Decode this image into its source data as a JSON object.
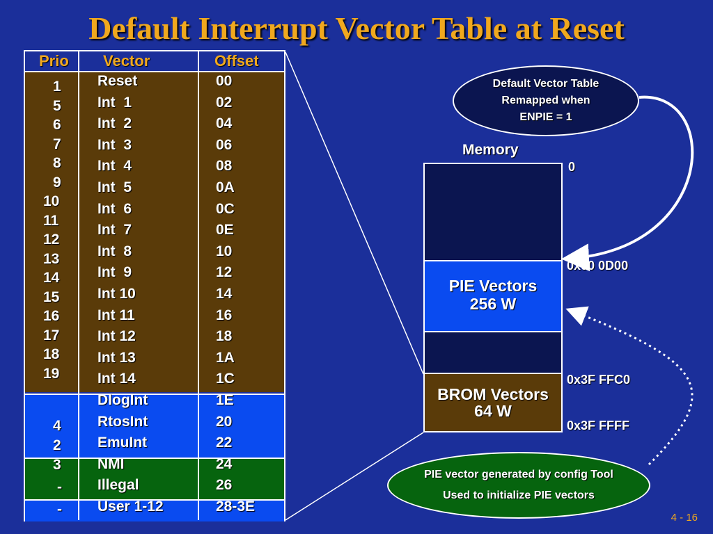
{
  "title": "Default Interrupt Vector Table at Reset",
  "table": {
    "headers": {
      "prio": "Prio",
      "vector": "Vector",
      "offset": "Offset"
    },
    "prio_values": [
      "1",
      "5",
      "6",
      "7",
      "8",
      "9",
      "10",
      "11",
      "12",
      "13",
      "14",
      "15",
      "16",
      "17",
      "18",
      "19"
    ],
    "vectors": [
      "Reset",
      "Int  1",
      "Int  2",
      "Int  3",
      "Int  4",
      "Int  5",
      "Int  6",
      "Int  7",
      "Int  8",
      "Int  9",
      "Int 10",
      "Int 11",
      "Int 12",
      "Int 13",
      "Int 14",
      "DlogInt",
      "RtosInt",
      "EmuInt",
      "NMI",
      "Illegal",
      "User 1-12"
    ],
    "offsets": [
      "00",
      "02",
      "04",
      "06",
      "08",
      "0A",
      "0C",
      "0E",
      "10",
      "12",
      "14",
      "16",
      "18",
      "1A",
      "1C",
      "1E",
      "20",
      "22",
      "24",
      "26",
      "28-3E"
    ],
    "blue_prio": [
      "4",
      "2"
    ],
    "green_prio": [
      "3",
      "-"
    ],
    "last_prio": "-"
  },
  "memory": {
    "label": "Memory",
    "pie_line1": "PIE Vectors",
    "pie_line2": "256 W",
    "brom_line1": "BROM Vectors",
    "brom_line2": "64 W",
    "addr_0": "0",
    "addr_pie": "0x00 0D00",
    "addr_brom": "0x3F FFC0",
    "addr_end": "0x3F FFFF"
  },
  "oval_top": {
    "line1": "Default Vector Table",
    "line2": "Remapped when",
    "line3": "ENPIE = 1"
  },
  "oval_bottom": {
    "line1": "PIE vector generated by config Tool",
    "line2": "Used to initialize PIE vectors"
  },
  "page_number": "4 - 16",
  "colors": {
    "background": "#1b2f9a",
    "title": "#f0a81e",
    "brown": "#5a3b09",
    "blue": "#0a4bf0",
    "green": "#06640e",
    "navy": "#0b1550"
  }
}
